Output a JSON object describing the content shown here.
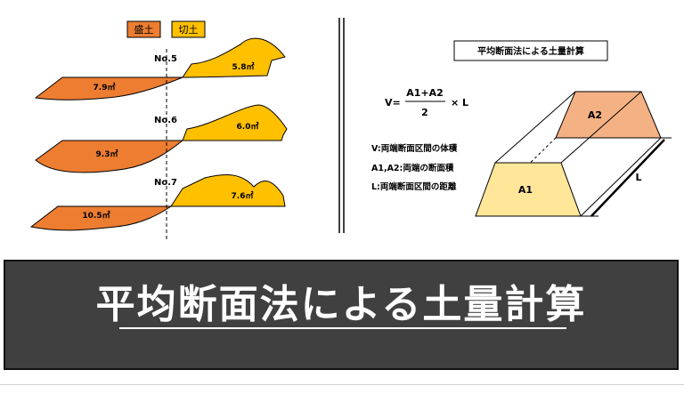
{
  "legend": {
    "fill_label": "盛土",
    "cut_label": "切土"
  },
  "sections": [
    {
      "station": "No.5",
      "fill_area": "7.9㎡",
      "cut_area": "5.8㎡"
    },
    {
      "station": "No.6",
      "fill_area": "9.3㎡",
      "cut_area": "6.0㎡"
    },
    {
      "station": "No.7",
      "fill_area": "10.5㎡",
      "cut_area": "7.6㎡"
    }
  ],
  "formula": {
    "box_title": "平均断面法による土量計算",
    "lhs": "V=",
    "numerator": "A1+A2",
    "denominator": "2",
    "times_l": "× L",
    "def_v": "V:両端断面区間の体積",
    "def_a": "A1,A2:両端の断面積",
    "def_l": "L:両端断面区間の距離"
  },
  "prism": {
    "a1": "A1",
    "a2": "A2",
    "length": "L"
  },
  "banner": {
    "title": "平均断面法による土量計算"
  },
  "colors": {
    "fill": "#ED7D31",
    "cut": "#FFC000",
    "a1_face": "#FFE699",
    "a2_face": "#F4B183",
    "banner": "#404040"
  }
}
